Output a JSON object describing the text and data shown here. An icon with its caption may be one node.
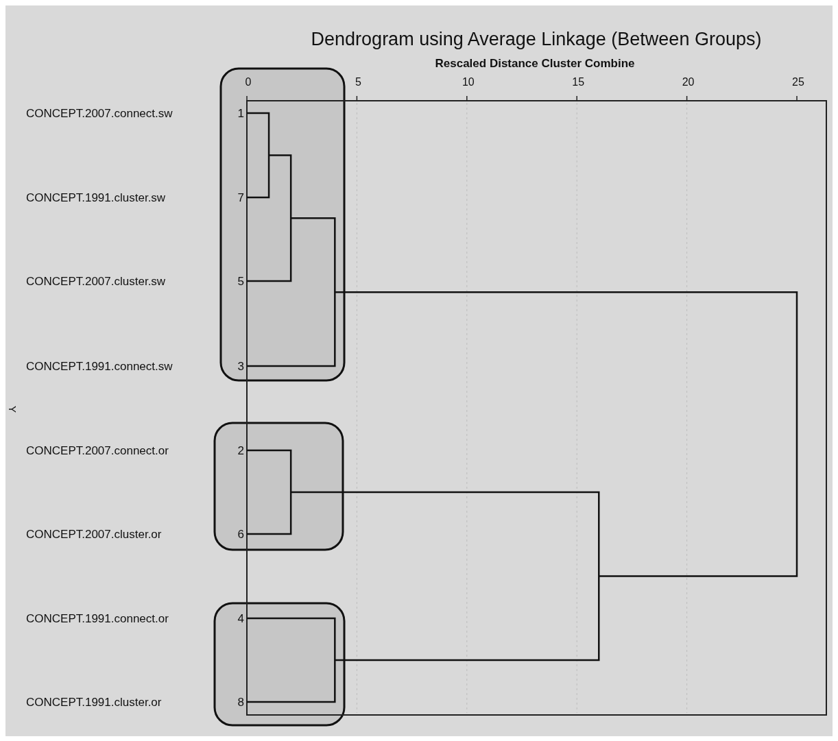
{
  "diagram": {
    "title": "Dendrogram using Average Linkage (Between Groups)",
    "labels": [
      "Rescaled Distance Cluster Combine",
      "0",
      "5",
      "10",
      "15",
      "20",
      "25",
      "CONCEPT.2007.connect.sw",
      "1",
      "CONCEPT.1991.cluster.sw",
      "7",
      "CONCEPT.2007.cluster.sw",
      "5",
      "CONCEPT.1991.connect.sw",
      "3",
      "Y",
      "CONCEPT.2007.connect.or",
      "2",
      "CONCEPT.2007.cluster.or",
      "6",
      "CONCEPT.1991.connect.or",
      "4",
      "CONCEPT.1991.cluster.or",
      "8"
    ]
  }
}
